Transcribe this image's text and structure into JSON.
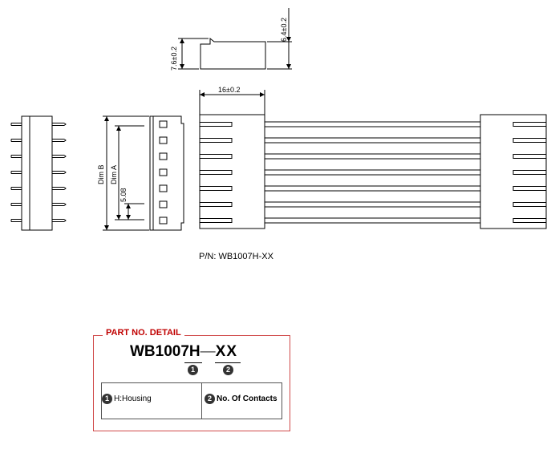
{
  "dimensions": {
    "height_top": "7.6±0.2",
    "height_right": "6.4±0.2",
    "width_housing": "16±0.2",
    "dim_b": "Dim B",
    "dim_a": "Dim A",
    "pitch": "5.08"
  },
  "part_number_label": "P/N: WB1007H-XX",
  "part_detail": {
    "title": "PART NO. DETAIL",
    "prefix": "WB1007H",
    "separator": "—",
    "suffix": "XX",
    "marker_1": "1",
    "marker_2": "2",
    "legend": [
      {
        "marker": "1",
        "text": "H:Housing"
      },
      {
        "marker": "2",
        "text": "No. Of Contacts"
      }
    ]
  },
  "colors": {
    "line": "#000000",
    "accent": "#c00000"
  }
}
